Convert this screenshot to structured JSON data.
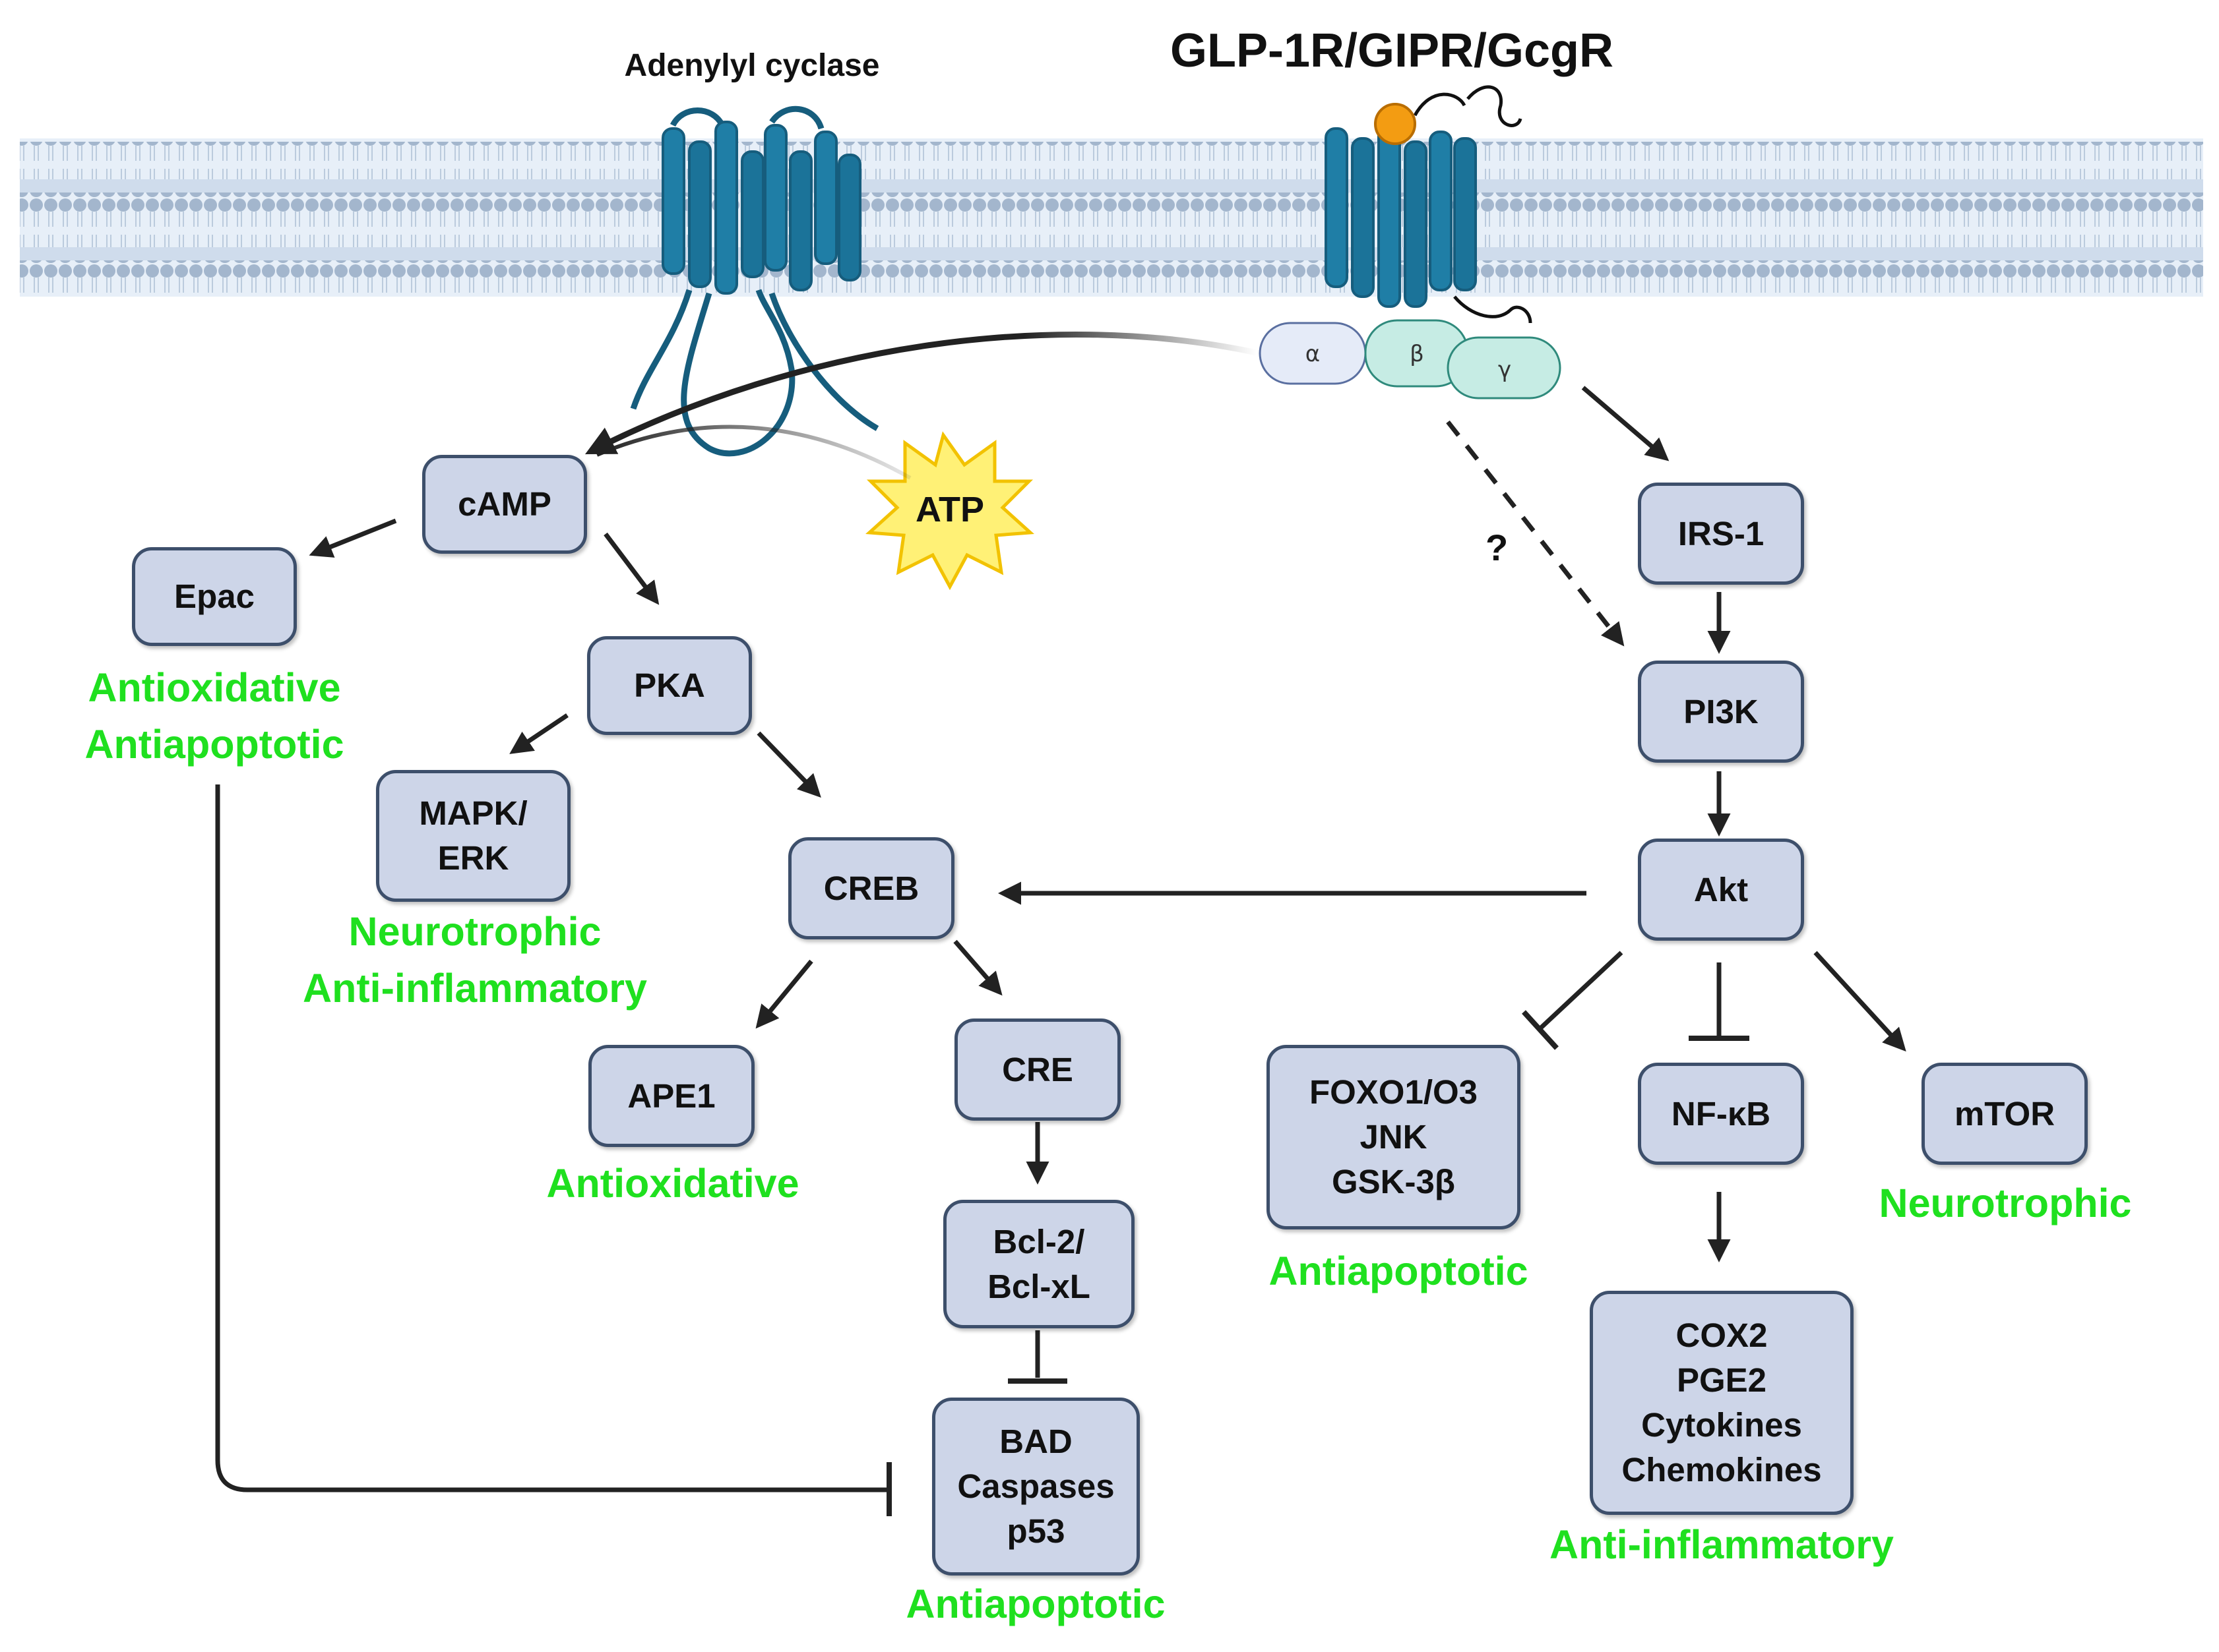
{
  "labels": {
    "adenylyl_cyclase": "Adenylyl cyclase",
    "receptor": "GLP-1R/GIPR/GcgR",
    "atp": "ATP",
    "question": "?",
    "g_alpha": "α",
    "g_beta": "β",
    "g_gamma": "γ"
  },
  "nodes": {
    "camp": [
      "cAMP"
    ],
    "epac": [
      "Epac"
    ],
    "pka": [
      "PKA"
    ],
    "mapk": [
      "MAPK/",
      "ERK"
    ],
    "creb": [
      "CREB"
    ],
    "ape1": [
      "APE1"
    ],
    "cre": [
      "CRE"
    ],
    "bcl": [
      "Bcl-2/",
      "Bcl-xL"
    ],
    "bad": [
      "BAD",
      "Caspases",
      "p53"
    ],
    "irs1": [
      "IRS-1"
    ],
    "pi3k": [
      "PI3K"
    ],
    "akt": [
      "Akt"
    ],
    "foxo": [
      "FOXO1/O3",
      "JNK",
      "GSK-3β"
    ],
    "nfkb": [
      "NF-κB"
    ],
    "mtor": [
      "mTOR"
    ],
    "cox2": [
      "COX2",
      "PGE2",
      "Cytokines",
      "Chemokines"
    ]
  },
  "effects": {
    "epac": [
      "Antioxidative",
      "Antiapoptotic"
    ],
    "mapk": [
      "Neurotrophic",
      "Anti-inflammatory"
    ],
    "ape1": [
      "Antioxidative"
    ],
    "bad": [
      "Antiapoptotic"
    ],
    "foxo": [
      "Antiapoptotic"
    ],
    "mtor": [
      "Neurotrophic"
    ],
    "cox2": [
      "Anti-inflammatory"
    ]
  },
  "colors": {
    "node_fill": "#cdd5e8",
    "node_border": "#3d4f6b",
    "effect_text": "#1fe01f",
    "membrane": "#a9bcd3",
    "membrane_bead": "#9fb3cb",
    "receptor_blue": "#1f7ea6",
    "receptor_dark": "#165d7d",
    "ligand": "#f39c12",
    "atp_star": "#ffeb3b",
    "arrow": "#222222"
  }
}
